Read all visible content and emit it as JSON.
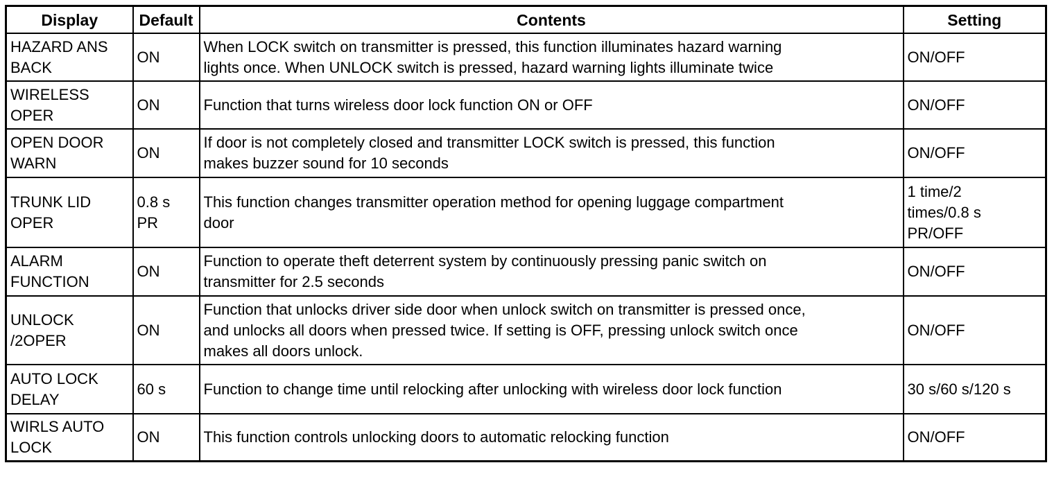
{
  "headers": {
    "display": "Display",
    "default": "Default",
    "contents": "Contents",
    "setting": "Setting"
  },
  "rows": [
    {
      "display": "HAZARD ANS\nBACK",
      "default": "ON",
      "contents": "When LOCK switch on transmitter is pressed, this function illuminates hazard warning\nlights once. When UNLOCK switch is pressed, hazard warning lights illuminate twice",
      "setting": "ON/OFF"
    },
    {
      "display": "WIRELESS\nOPER",
      "default": "ON",
      "contents": "Function that turns wireless door lock function ON or OFF",
      "setting": "ON/OFF"
    },
    {
      "display": "OPEN DOOR\nWARN",
      "default": "ON",
      "contents": "If door is not completely closed and transmitter LOCK switch is pressed, this function\nmakes buzzer sound for 10 seconds",
      "setting": "ON/OFF"
    },
    {
      "display": "TRUNK LID\nOPER",
      "default": "0.8 s\nPR",
      "contents": "This function changes transmitter operation method for opening luggage compartment\ndoor",
      "setting": "1 time/2\ntimes/0.8 s\nPR/OFF"
    },
    {
      "display": "ALARM\nFUNCTION",
      "default": "ON",
      "contents": "Function to operate theft deterrent system by continuously pressing panic switch on\ntransmitter for 2.5 seconds",
      "setting": "ON/OFF"
    },
    {
      "display": "UNLOCK\n/2OPER",
      "default": "ON",
      "contents": "Function that unlocks driver side door when unlock switch on transmitter is pressed once,\nand unlocks all doors when pressed twice. If setting is OFF, pressing unlock switch once\nmakes all doors unlock.",
      "setting": "ON/OFF"
    },
    {
      "display": "AUTO LOCK\nDELAY",
      "default": "60 s",
      "contents": "Function to change time until relocking after unlocking with wireless door lock function",
      "setting": "30 s/60 s/120 s"
    },
    {
      "display": "WIRLS AUTO\nLOCK",
      "default": "ON",
      "contents": "This function controls unlocking doors to automatic relocking function",
      "setting": "ON/OFF"
    }
  ]
}
